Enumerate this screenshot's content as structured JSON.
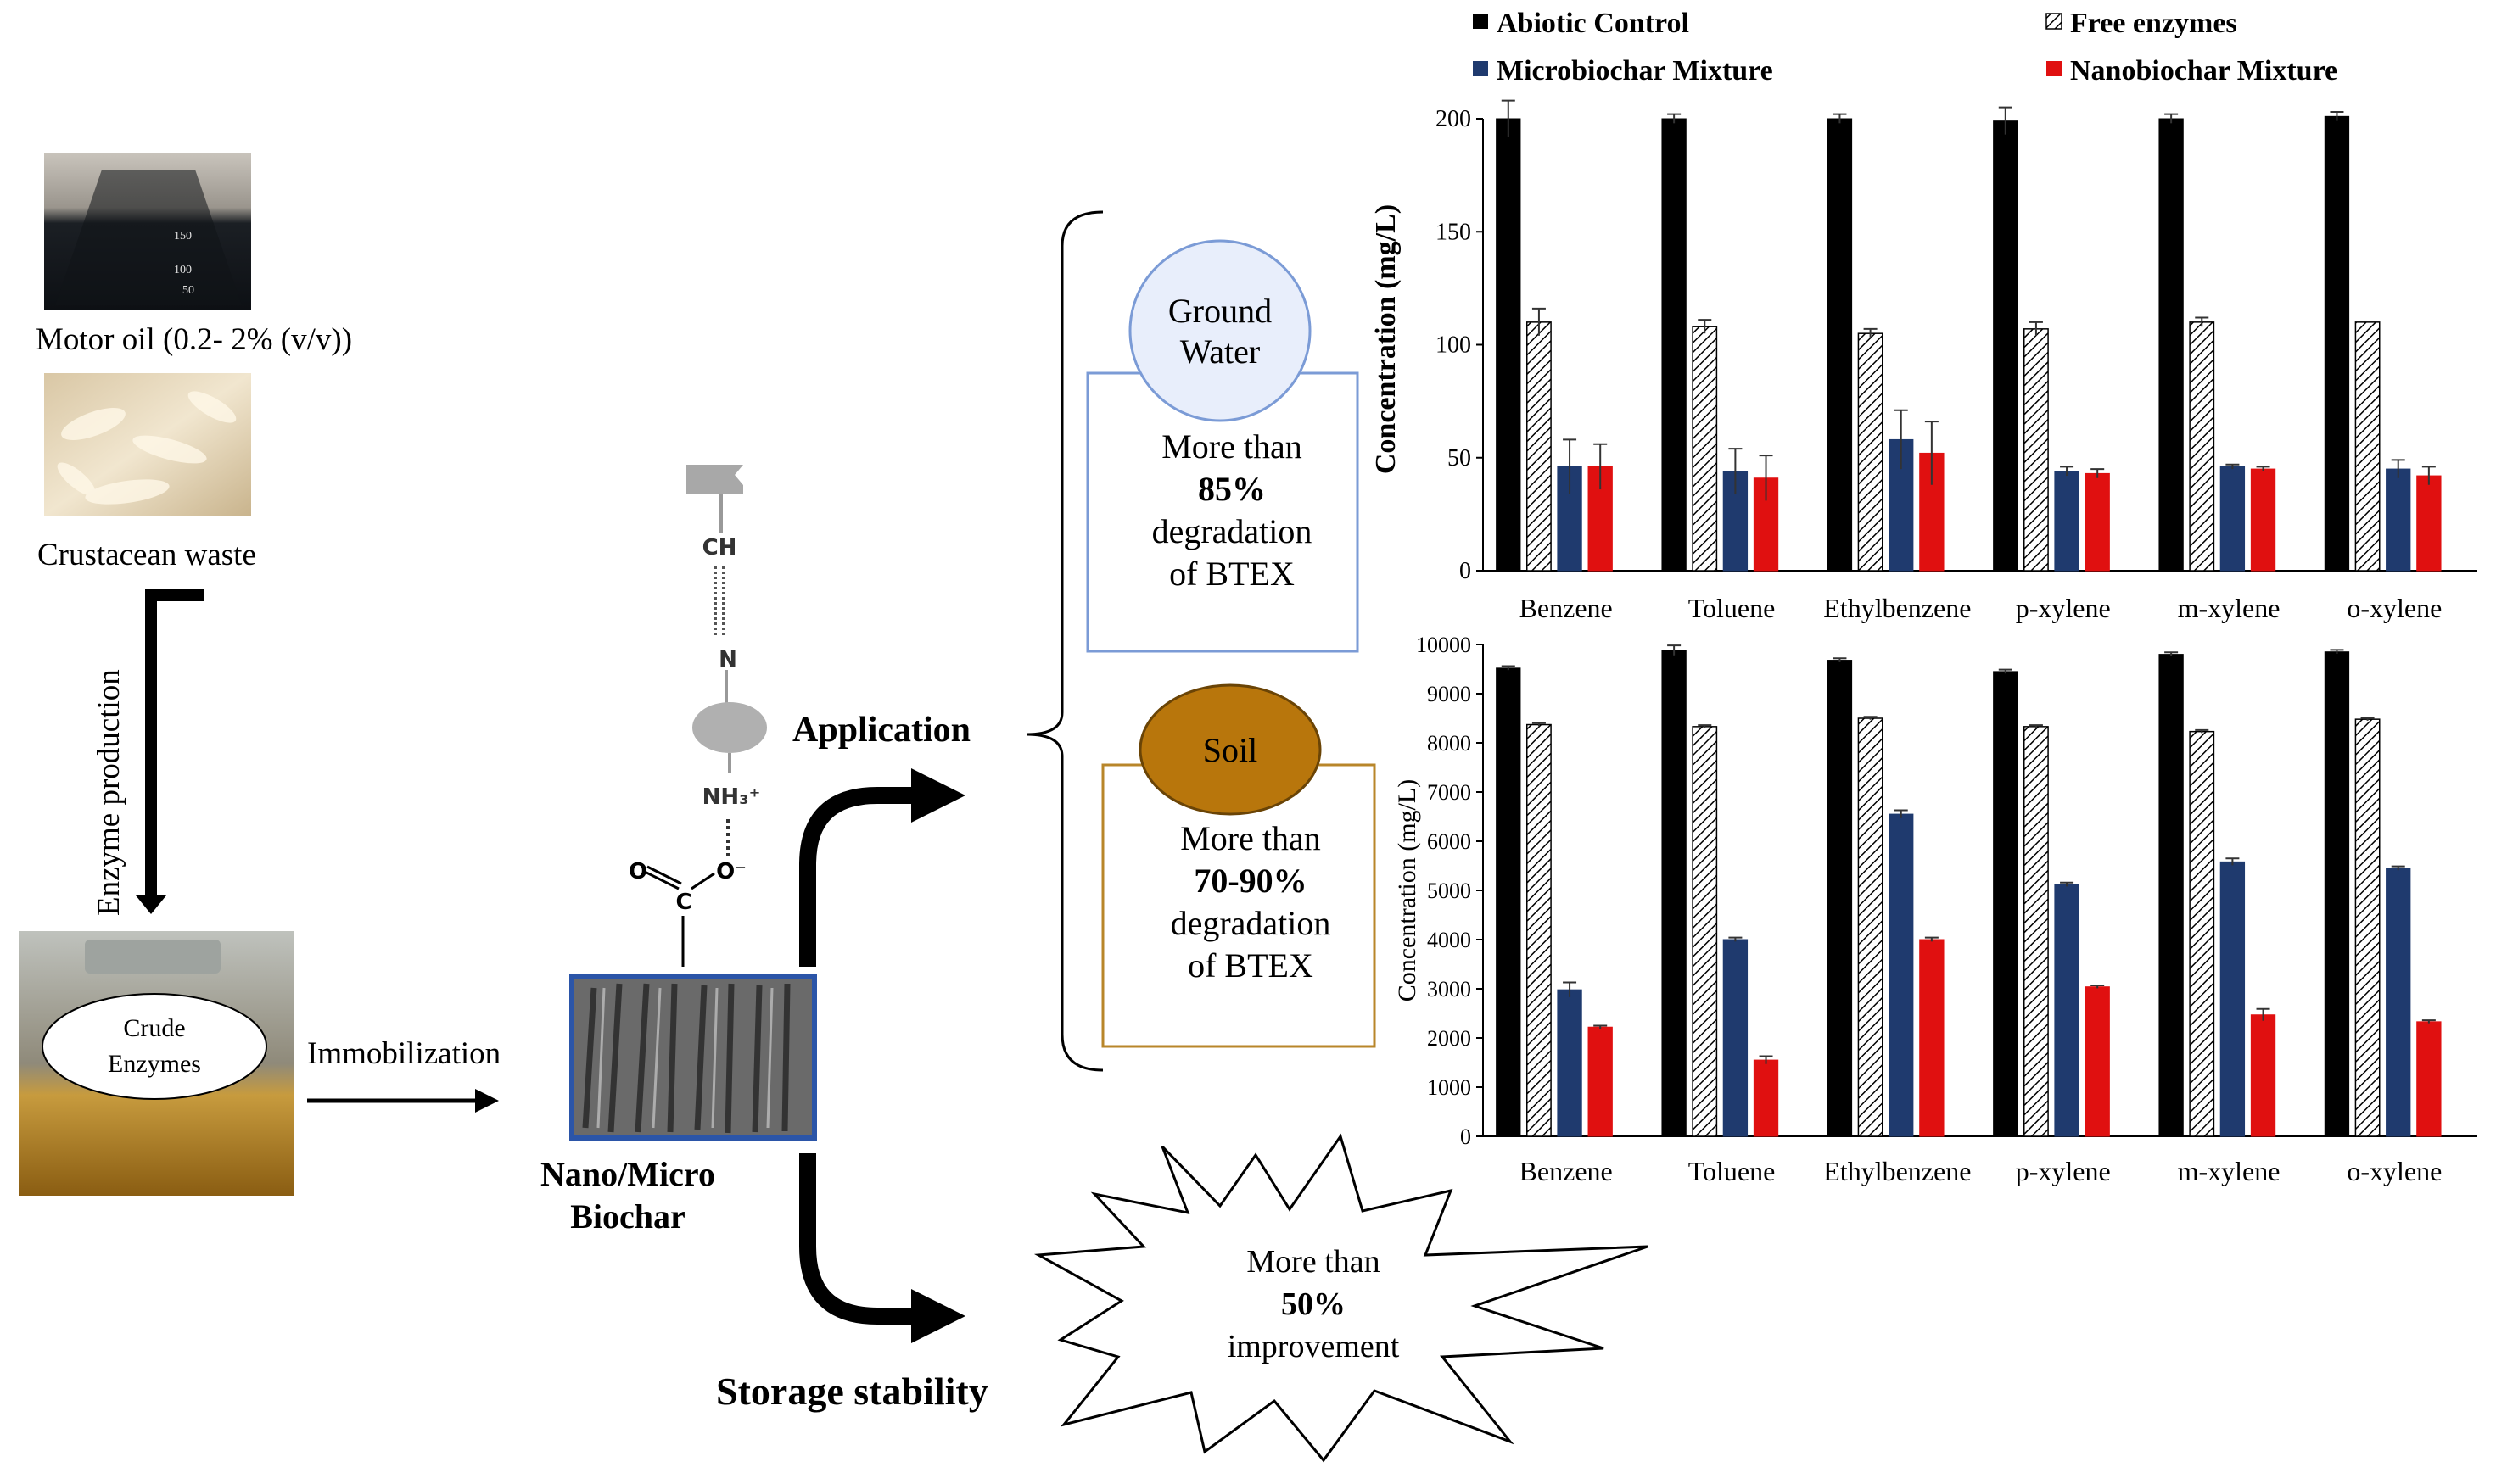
{
  "materials": {
    "motor_oil": "Motor oil (0.2- 2% (v/v))",
    "flask_marks": [
      "150",
      "100",
      "50"
    ],
    "crustacean": "Crustacean waste",
    "enzyme_production": "Enzyme production",
    "crude_line1": "Crude",
    "crude_line2": "Enzymes",
    "immobilization": "Immobilization",
    "biochar_line1": "Nano/Micro",
    "biochar_line2": "Biochar"
  },
  "molecule": {
    "ch": "CH",
    "n": "N",
    "nh3": "NH₃⁺",
    "o1": "O",
    "c": "C",
    "o2": "O⁻"
  },
  "application": {
    "label": "Application",
    "ground_water": {
      "circle_line1": "Ground",
      "circle_line2": "Water",
      "text1": "More than",
      "text2": "85%",
      "text3": "degradation",
      "text4": "of BTEX"
    },
    "soil": {
      "circle": "Soil",
      "text1": "More than",
      "text2": "70-90%",
      "text3": "degradation",
      "text4": "of BTEX"
    }
  },
  "storage": {
    "label": "Storage stability",
    "burst1": "More than",
    "burst2": "50%",
    "burst3": "improvement"
  },
  "legend": [
    {
      "name": "Abiotic Control",
      "color": "#000000",
      "pattern": "solid"
    },
    {
      "name": "Free enzymes",
      "color": "#ffffff",
      "pattern": "hatch"
    },
    {
      "name": "Microbiochar Mixture",
      "color": "#1f3a6e",
      "pattern": "solid"
    },
    {
      "name": "Nanobiochar Mixture",
      "color": "#e01010",
      "pattern": "solid"
    }
  ],
  "chart_data": [
    {
      "type": "bar",
      "title": "",
      "xlabel": "",
      "ylabel": "Concentration  (mg/L)",
      "ylim": [
        0,
        200
      ],
      "yticks": [
        "0",
        "50",
        "100",
        "150",
        "200"
      ],
      "categories": [
        "Benzene",
        "Toluene",
        "Ethylbenzene",
        "p-xylene",
        "m-xylene",
        "o-xylene"
      ],
      "series": [
        {
          "name": "Abiotic Control",
          "values": [
            200,
            200,
            200,
            199,
            200,
            201
          ],
          "errors": [
            8,
            2,
            2,
            6,
            2,
            2
          ]
        },
        {
          "name": "Free enzymes",
          "values": [
            110,
            108,
            105,
            107,
            110,
            110
          ],
          "errors": [
            6,
            3,
            2,
            3,
            2,
            0
          ]
        },
        {
          "name": "Microbiochar Mixture",
          "values": [
            46,
            44,
            58,
            44,
            46,
            45
          ],
          "errors": [
            12,
            10,
            13,
            2,
            1,
            4
          ]
        },
        {
          "name": "Nanobiochar Mixture",
          "values": [
            46,
            41,
            52,
            43,
            45,
            42
          ],
          "errors": [
            10,
            10,
            14,
            2,
            1,
            4
          ]
        }
      ]
    },
    {
      "type": "bar",
      "title": "",
      "xlabel": "",
      "ylabel": "Concentration  (mg/L)",
      "ylim": [
        0,
        10000
      ],
      "yticks": [
        "0",
        "1000",
        "2000",
        "3000",
        "4000",
        "5000",
        "6000",
        "7000",
        "8000",
        "9000",
        "10000"
      ],
      "categories": [
        "Benzene",
        "Toluene",
        "Ethylbenzene",
        "p-xylene",
        "m-xylene",
        "o-xylene"
      ],
      "series": [
        {
          "name": "Abiotic Control",
          "values": [
            9520,
            9880,
            9680,
            9450,
            9800,
            9850
          ],
          "errors": [
            40,
            100,
            40,
            40,
            40,
            40
          ]
        },
        {
          "name": "Free enzymes",
          "values": [
            8370,
            8330,
            8500,
            8330,
            8230,
            8480
          ],
          "errors": [
            30,
            30,
            30,
            30,
            30,
            30
          ]
        },
        {
          "name": "Microbiochar Mixture",
          "values": [
            2980,
            4000,
            6550,
            5120,
            5580,
            5450
          ],
          "errors": [
            150,
            40,
            80,
            40,
            70,
            40
          ]
        },
        {
          "name": "Nanobiochar Mixture",
          "values": [
            2220,
            1550,
            4000,
            3040,
            2470,
            2330
          ],
          "errors": [
            30,
            80,
            40,
            30,
            120,
            30
          ]
        }
      ]
    }
  ]
}
